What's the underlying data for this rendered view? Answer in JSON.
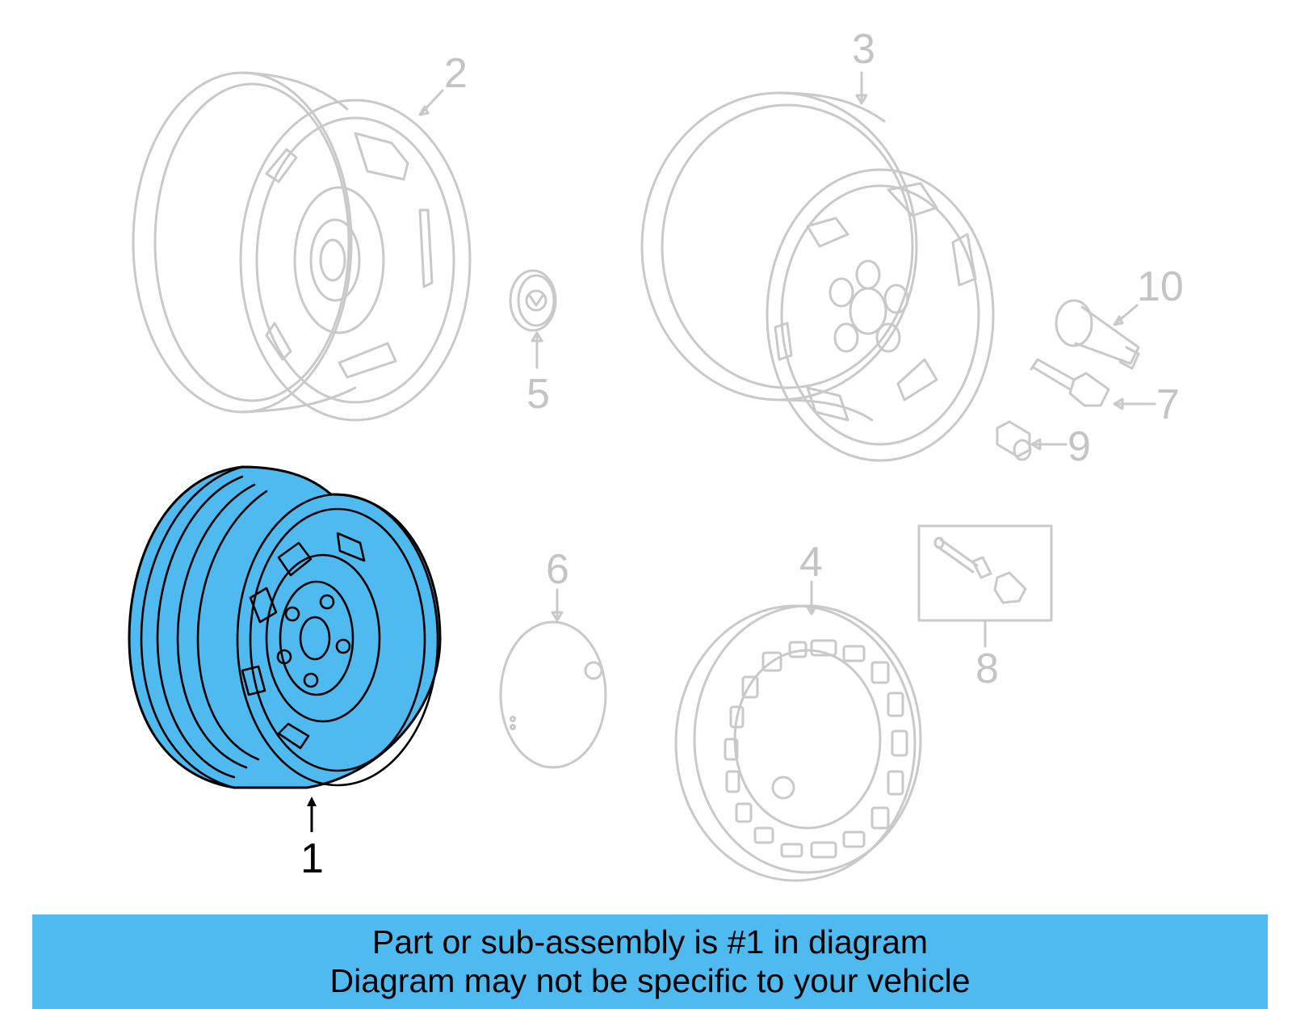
{
  "callouts": {
    "c1": "1",
    "c2": "2",
    "c3": "3",
    "c4": "4",
    "c5": "5",
    "c6": "6",
    "c7": "7",
    "c8": "8",
    "c9": "9",
    "c10": "10"
  },
  "colors": {
    "highlight_fill": "#4ebaf0",
    "inactive_line": "#c9c9c9",
    "banner_bg": "#4ebaf0"
  },
  "banner": {
    "line1": "Part or sub-assembly is #1 in diagram",
    "line2": "Diagram may not be specific to your vehicle"
  }
}
